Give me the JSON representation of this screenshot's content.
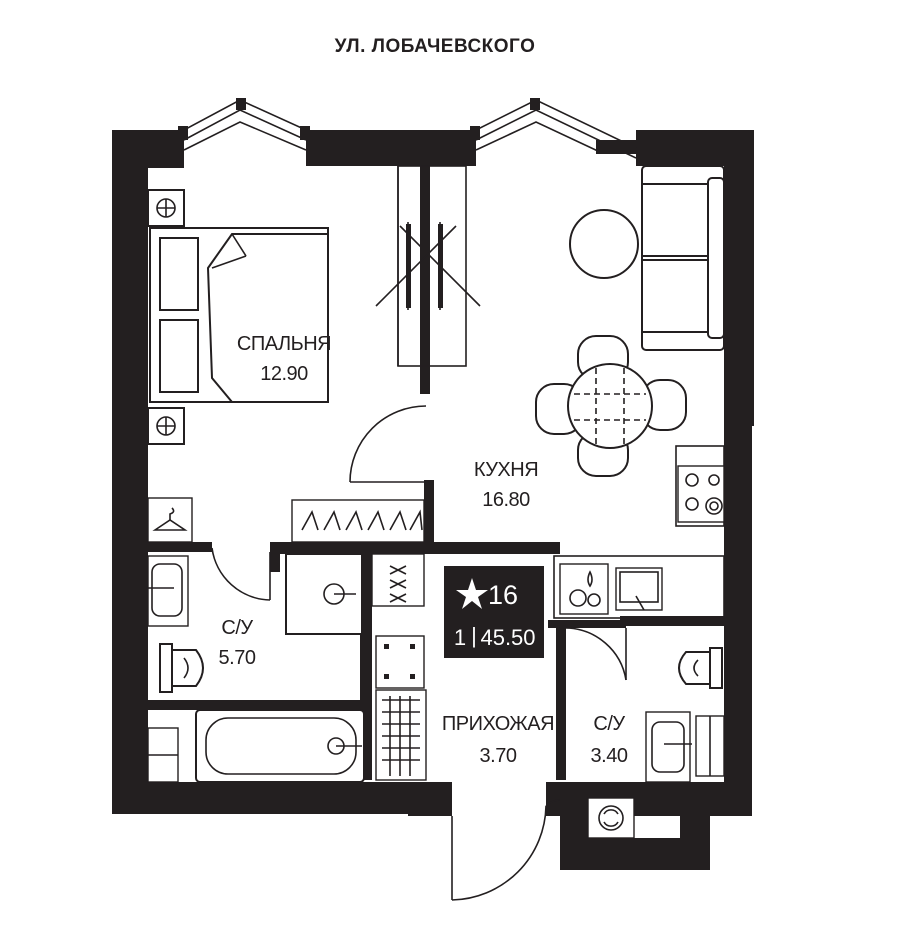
{
  "street": "УЛ. ЛОБАЧЕВСКОГО",
  "rooms": {
    "bedroom": {
      "name": "СПАЛЬНЯ",
      "area": "12.90"
    },
    "kitchen": {
      "name": "КУХНЯ",
      "area": "16.80"
    },
    "bathroom_main": {
      "name": "С/У",
      "area": "5.70"
    },
    "hallway": {
      "name": "ПРИХОЖАЯ",
      "area": "3.70"
    },
    "bathroom_small": {
      "name": "С/У",
      "area": "3.40"
    }
  },
  "badge": {
    "unit_number": "16",
    "rooms_count": "1",
    "separator": "|",
    "total_area": "45.50"
  },
  "colors": {
    "walls": "#231f20",
    "background": "#ffffff",
    "badge": "#231f20",
    "badge_text": "#ffffff"
  }
}
